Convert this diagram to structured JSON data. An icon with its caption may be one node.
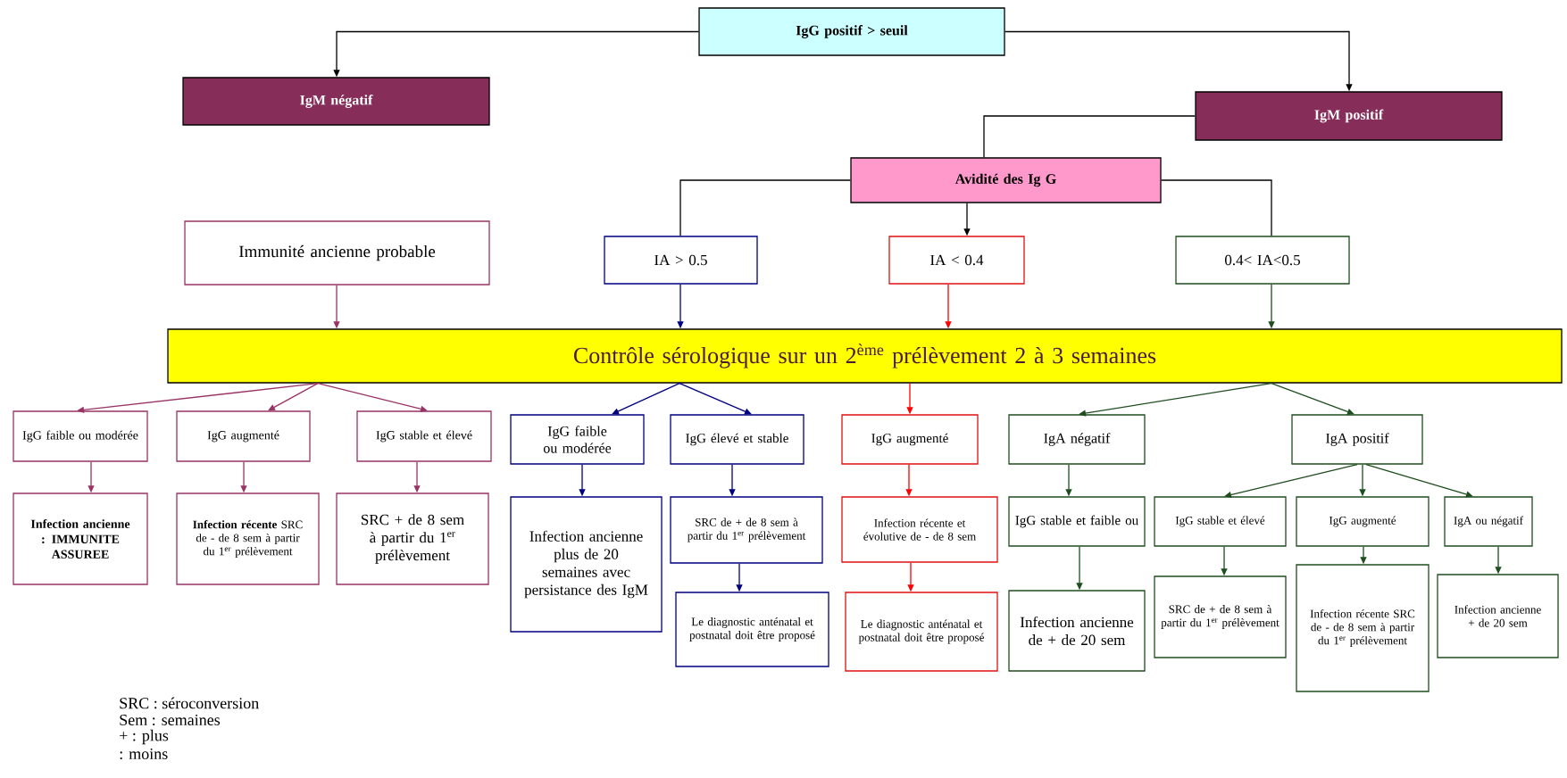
{
  "diagram": {
    "nodes": [
      {
        "text": [
          "IgG positif > seuil"
        ]
      },
      {
        "text": [
          "IgM négatif"
        ]
      },
      {
        "text": [
          "IgM positif"
        ]
      },
      {
        "text": [
          "Avidité des Ig G"
        ]
      },
      {
        "text": [
          "Immunité ancienne probable"
        ]
      },
      {
        "text": [
          "IA > 0.5"
        ]
      },
      {
        "text": [
          "IA < 0.4"
        ]
      },
      {
        "text": [
          "0.4< IA<0.5"
        ]
      },
      {
        "text": [
          "Contrôle sérologique sur un 2$^{ème}$ prélèvement 2 à 3 semaines"
        ]
      },
      {
        "text": [
          "IgG faible ou modérée"
        ]
      },
      {
        "text": [
          "IgG augmenté"
        ]
      },
      {
        "text": [
          "IgG stable et élevé"
        ]
      },
      {
        "text": [
          "Infection ancienne : IMMUNITE ASSUREE"
        ]
      },
      {
        "text": [
          "**Infection récente** SRC de - de 8 sem à partir du 1$^{er}$ prélèvement"
        ]
      },
      {
        "text": [
          "SRC + de 8 sem à partir du 1$^{er}$ prélèvement"
        ]
      },
      {
        "text": [
          "IgG faible ou modérée"
        ]
      },
      {
        "text": [
          "IgG élevé et stable"
        ]
      },
      {
        "text": [
          "Infection ancienne plus de 20 semaines avec persistance des IgM"
        ]
      },
      {
        "text": [
          "SRC de + de 8 sem à partir du 1$^{er}$ prélèvement"
        ]
      },
      {
        "text": [
          "Le diagnostic anténatal et postnatal doit être proposé"
        ]
      },
      {
        "text": [
          "IgG augmenté"
        ]
      },
      {
        "text": [
          "Infection récente et évolutive de - de 8 sem"
        ]
      },
      {
        "text": [
          "Le diagnostic anténatal et postnatal doit être proposé"
        ]
      },
      {
        "text": [
          "IgA négatif"
        ]
      },
      {
        "text": [
          "IgA positif"
        ]
      },
      {
        "text": [
          "IgG stable et faible ou"
        ]
      },
      {
        "text": [
          "Infection ancienne de + de 20 sem"
        ]
      },
      {
        "text": [
          "IgG stable et élevé"
        ]
      },
      {
        "text": [
          "IgG augmenté"
        ]
      },
      {
        "text": [
          "IgA ou négatif"
        ]
      },
      {
        "text": [
          "SRC de + de 8 sem à partir du 1$^{er}$ prélèvement"
        ]
      },
      {
        "text": [
          "Infection récente SRC de - de 8 sem à partir du 1$^{er}$ prélèvement"
        ]
      },
      {
        "text": [
          "Infection ancienne + de 20 sem"
        ]
      }
    ],
    "edges": [
      {
        "from": 0,
        "to": 1,
        "arrow": "to"
      },
      {
        "from": 0,
        "to": 2,
        "arrow": "to"
      },
      {
        "from": 2,
        "to": 3,
        "arrow": "none"
      },
      {
        "from": 3,
        "to": 5,
        "arrow": "none"
      },
      {
        "from": 3,
        "to": 6,
        "arrow": "to"
      },
      {
        "from": 3,
        "to": 7,
        "arrow": "none"
      },
      {
        "from": 4,
        "to": 8,
        "arrow": "to",
        "color": "#993366"
      },
      {
        "from": 5,
        "to": 8,
        "arrow": "to",
        "color": "#000080"
      },
      {
        "from": 6,
        "to": 8,
        "arrow": "to",
        "color": "#ff0000"
      },
      {
        "from": 7,
        "to": 8,
        "arrow": "to",
        "color": "#1e4d1e"
      },
      {
        "from": 8,
        "to": 9,
        "arrow": "to",
        "color": "#993366"
      },
      {
        "from": 8,
        "to": 10,
        "arrow": "to",
        "color": "#993366"
      },
      {
        "from": 8,
        "to": 11,
        "arrow": "to",
        "color": "#993366"
      },
      {
        "from": 8,
        "to": 15,
        "arrow": "to",
        "color": "#000080"
      },
      {
        "from": 8,
        "to": 16,
        "arrow": "to",
        "color": "#000080"
      },
      {
        "from": 8,
        "to": 20,
        "arrow": "to",
        "color": "#ff0000"
      },
      {
        "from": 8,
        "to": 23,
        "arrow": "to",
        "color": "#1e4d1e"
      },
      {
        "from": 8,
        "to": 24,
        "arrow": "to",
        "color": "#1e4d1e"
      },
      {
        "from": 9,
        "to": 12,
        "arrow": "to",
        "color": "#993366"
      },
      {
        "from": 10,
        "to": 13,
        "arrow": "to",
        "color": "#993366"
      },
      {
        "from": 11,
        "to": 14,
        "arrow": "to",
        "color": "#993366"
      },
      {
        "from": 15,
        "to": 17,
        "arrow": "to",
        "color": "#000080"
      },
      {
        "from": 16,
        "to": 18,
        "arrow": "to",
        "color": "#000080"
      },
      {
        "from": 18,
        "to": 19,
        "arrow": "to",
        "color": "#000080"
      },
      {
        "from": 20,
        "to": 21,
        "arrow": "to",
        "color": "#ff0000"
      },
      {
        "from": 21,
        "to": 22,
        "arrow": "to",
        "color": "#ff0000"
      },
      {
        "from": 23,
        "to": 25,
        "arrow": "to",
        "color": "#1e4d1e"
      },
      {
        "from": 25,
        "to": 26,
        "arrow": "to",
        "color": "#1e4d1e"
      },
      {
        "from": 24,
        "to": 27,
        "arrow": "to",
        "color": "#1e4d1e"
      },
      {
        "from": 24,
        "to": 28,
        "arrow": "to",
        "color": "#1e4d1e"
      },
      {
        "from": 24,
        "to": 29,
        "arrow": "to",
        "color": "#1e4d1e"
      },
      {
        "from": 27,
        "to": 30,
        "arrow": "to",
        "color": "#1e4d1e"
      },
      {
        "from": 28,
        "to": 31,
        "arrow": "to",
        "color": "#1e4d1e"
      },
      {
        "from": 29,
        "to": 32,
        "arrow": "to",
        "color": "#1e4d1e"
      }
    ],
    "labels": [
      "SRC : séroconversion",
      "Sem : semaines",
      "+ : plus",
      ": moins"
    ]
  }
}
